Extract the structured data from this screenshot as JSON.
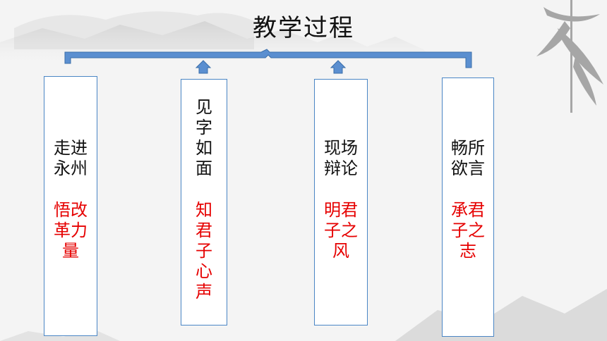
{
  "title": "教学过程",
  "steps": [
    {
      "name_lines": [
        "走进",
        "永州"
      ],
      "theme_lines": [
        "悟改",
        "革力",
        "量"
      ]
    },
    {
      "name": "见字如面",
      "theme": "知君子心声"
    },
    {
      "name_lines": [
        "现场",
        "辩论"
      ],
      "theme_lines": [
        "明君",
        "子之",
        "风"
      ]
    },
    {
      "name_lines": [
        "畅所",
        "欲言"
      ],
      "theme_lines": [
        "承君",
        "子之",
        "志"
      ]
    }
  ],
  "colors": {
    "border": "#4a86c5",
    "accent": "#e60000",
    "text": "#111111"
  }
}
